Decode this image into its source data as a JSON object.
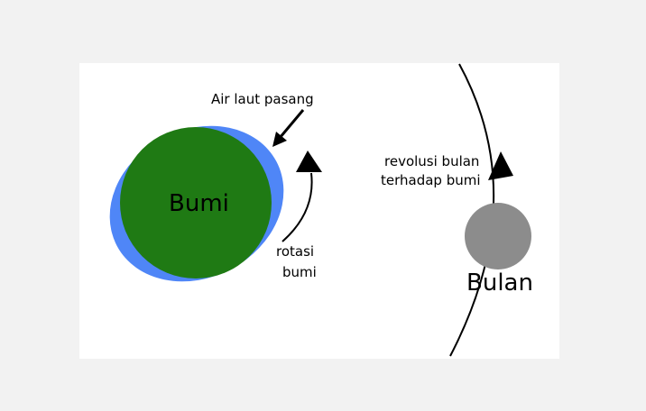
{
  "colors": {
    "background": "#f2f2f2",
    "panel": "#ffffff",
    "earth": "#1f7a14",
    "tide": "#4f86f7",
    "moon": "#8c8c8c",
    "line": "#000000"
  },
  "labels": {
    "tide": "Air laut pasang",
    "earth": "Bumi",
    "rotation_line1": "rotasi",
    "rotation_line2": "bumi",
    "revolution_line1": "revolusi bulan",
    "revolution_line2": "terhadap bumi",
    "moon": "Bulan"
  }
}
